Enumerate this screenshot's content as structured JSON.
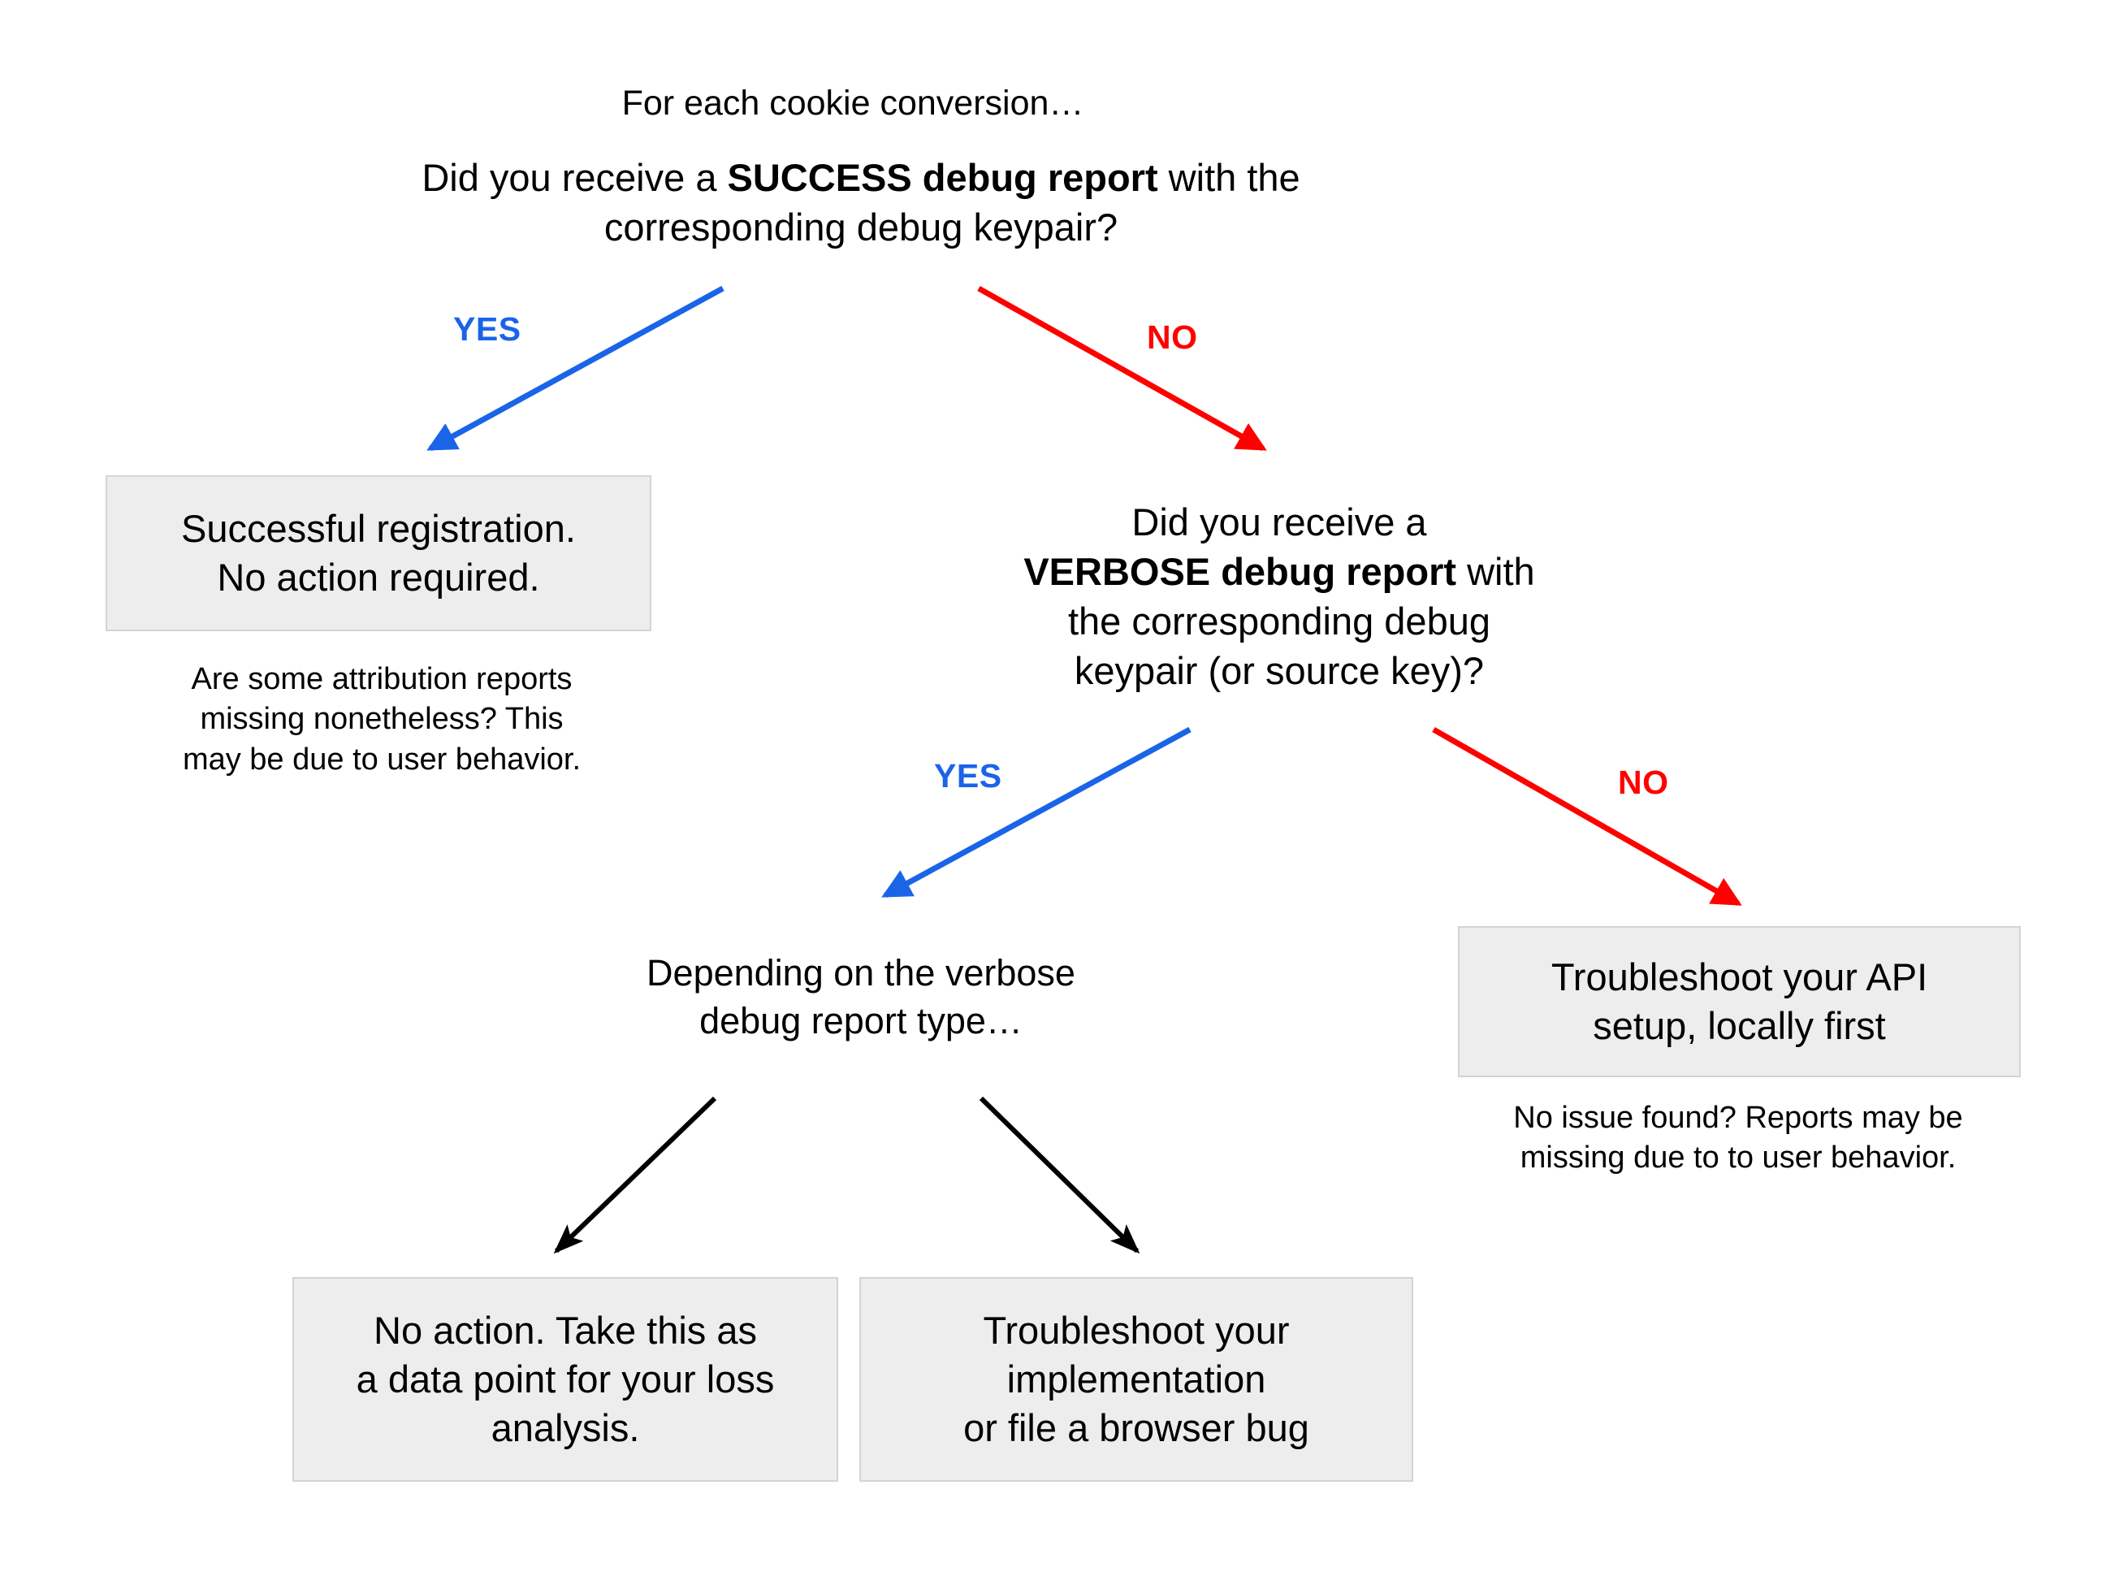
{
  "diagram": {
    "title": "Cookie conversion debug report troubleshooting flowchart",
    "background_color": "#ffffff",
    "box_fill": "#ededed",
    "box_border": "#d4d4d4",
    "yes_color": "#1a64e8",
    "no_color": "#ff0000",
    "default_edge_color": "#000000"
  },
  "nodes": {
    "root_lead": "For each cookie conversion…",
    "root_question_pre": "Did you receive a ",
    "root_question_bold": "SUCCESS debug report",
    "root_question_post": " with the\ncorresponding debug keypair?",
    "success_box": "Successful registration.\nNo action required.",
    "success_note": "Are some attribution reports\nmissing nonetheless? This\nmay be due to user behavior.",
    "verbose_question_pre": "Did you receive a\n",
    "verbose_question_bold": "VERBOSE debug report",
    "verbose_question_post": " with\nthe corresponding debug\nkeypair (or source key)?",
    "depending_text": "Depending on the verbose\ndebug report type…",
    "api_box": "Troubleshoot your API\nsetup, locally first",
    "api_note": "No issue found? Reports may be\nmissing due to to user behavior.",
    "no_action_box": "No action. Take this as\na data point for your loss\nanalysis.",
    "impl_box": "Troubleshoot your\nimplementation\nor file a browser bug"
  },
  "branch_labels": {
    "yes_1": "YES",
    "no_1": "NO",
    "yes_2": "YES",
    "no_2": "NO"
  },
  "chart_data": {
    "type": "diagram",
    "subtype": "decision-flowchart",
    "title": "For each cookie conversion…",
    "nodes": [
      {
        "id": "q1",
        "kind": "question",
        "text": "Did you receive a SUCCESS debug report with the corresponding debug keypair?"
      },
      {
        "id": "success",
        "kind": "outcome-box",
        "text": "Successful registration. No action required."
      },
      {
        "id": "success_note",
        "kind": "annotation",
        "text": "Are some attribution reports missing nonetheless? This may be due to user behavior."
      },
      {
        "id": "q2",
        "kind": "question",
        "text": "Did you receive a VERBOSE debug report with the corresponding debug keypair (or source key)?"
      },
      {
        "id": "depending",
        "kind": "question",
        "text": "Depending on the verbose debug report type…"
      },
      {
        "id": "api",
        "kind": "outcome-box",
        "text": "Troubleshoot your API setup, locally first"
      },
      {
        "id": "api_note",
        "kind": "annotation",
        "text": "No issue found? Reports may be missing due to to user behavior."
      },
      {
        "id": "noaction",
        "kind": "outcome-box",
        "text": "No action. Take this as a data point for your loss analysis."
      },
      {
        "id": "impl",
        "kind": "outcome-box",
        "text": "Troubleshoot your implementation or file a browser bug"
      }
    ],
    "edges": [
      {
        "from": "q1",
        "to": "success",
        "label": "YES",
        "color": "#1a64e8"
      },
      {
        "from": "q1",
        "to": "q2",
        "label": "NO",
        "color": "#ff0000"
      },
      {
        "from": "q2",
        "to": "depending",
        "label": "YES",
        "color": "#1a64e8"
      },
      {
        "from": "q2",
        "to": "api",
        "label": "NO",
        "color": "#ff0000"
      },
      {
        "from": "depending",
        "to": "noaction",
        "label": "",
        "color": "#000000"
      },
      {
        "from": "depending",
        "to": "impl",
        "label": "",
        "color": "#000000"
      }
    ]
  }
}
